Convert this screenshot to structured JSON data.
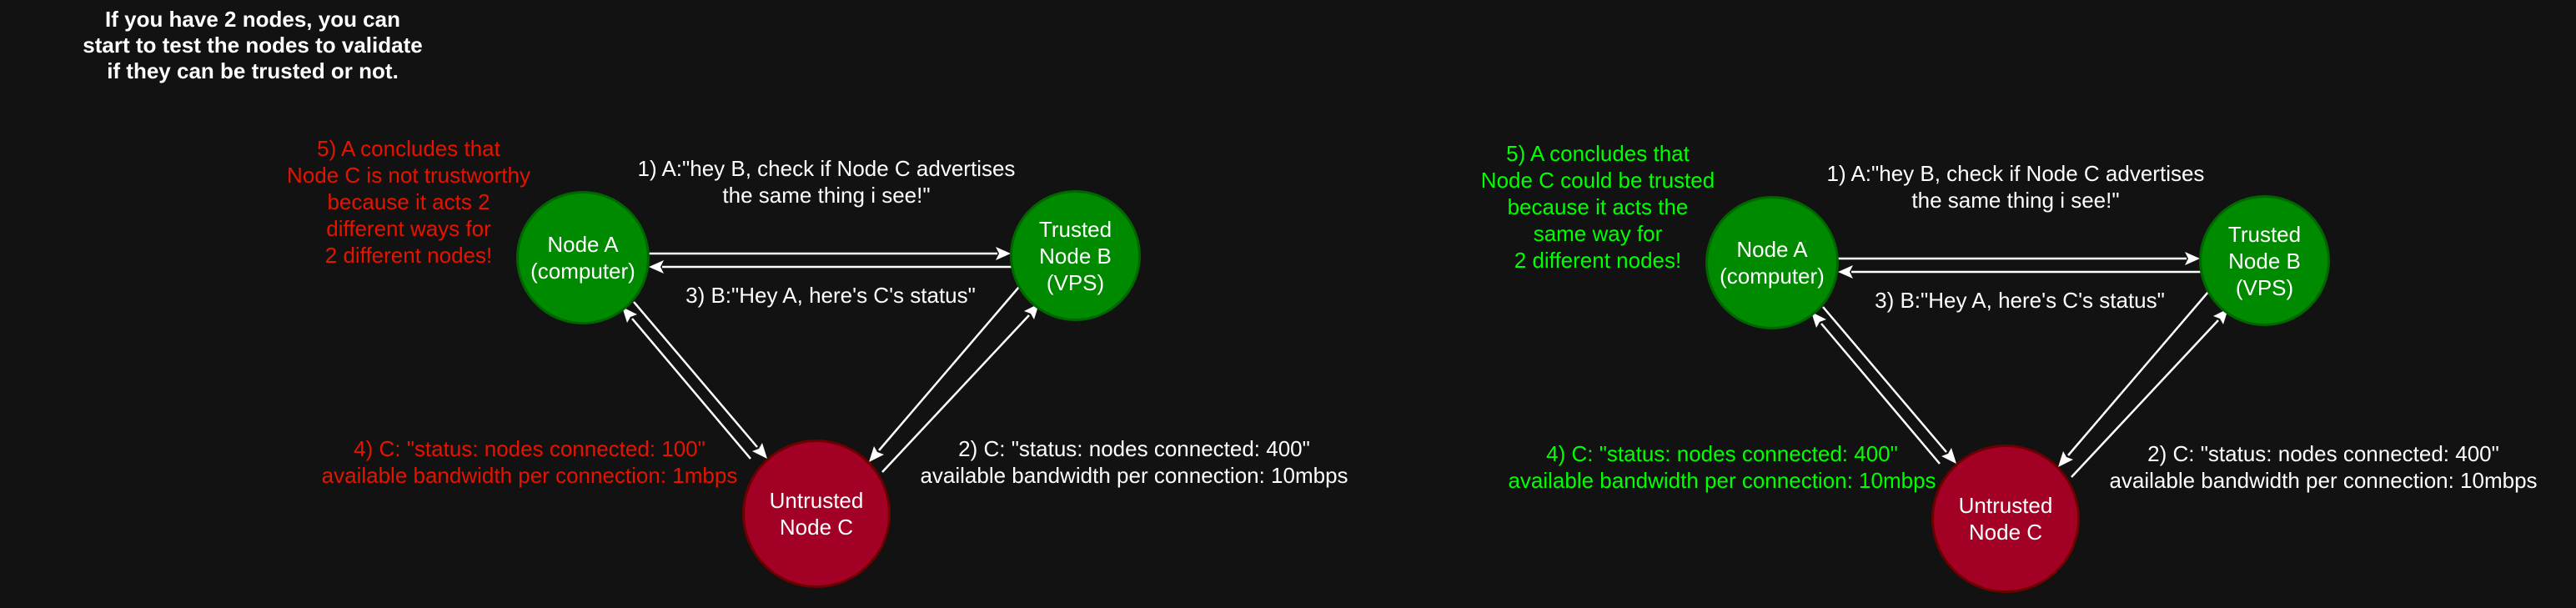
{
  "title": "If you have 2 nodes, you can\nstart to test the nodes to validate\nif they can be trusted or not.",
  "colors": {
    "background": "#121212",
    "node_trusted": "#008a00",
    "node_untrusted": "#a20025",
    "fail_text": "#e51400",
    "pass_text": "#00ff00",
    "arrow": "#ffffff"
  },
  "scenarios": [
    {
      "node_a": "Node A\n(computer)",
      "node_b": "Trusted\nNode B\n(VPS)",
      "node_c": "Untrusted\nNode C",
      "step1": "1) A:\"hey B, check if Node C advertises\nthe same thing i see!\"",
      "step2": "2) C: \"status: nodes connected: 400\"\navailable bandwidth per connection: 10mbps",
      "step3": "3) B:\"Hey A, here's C's status\"",
      "step4": "4) C: \"status: nodes connected: 100\"\navailable bandwidth per connection: 1mbps",
      "step5": "5) A concludes that\nNode C is not trustworthy\nbecause it acts 2\ndifferent ways for\n2 different nodes!"
    },
    {
      "node_a": "Node A\n(computer)",
      "node_b": "Trusted\nNode B\n(VPS)",
      "node_c": "Untrusted\nNode C",
      "step1": "1) A:\"hey B, check if Node C advertises\nthe same thing i see!\"",
      "step2": "2) C: \"status: nodes connected: 400\"\navailable bandwidth per connection: 10mbps",
      "step3": "3) B:\"Hey A, here's C's status\"",
      "step4": "4) C: \"status: nodes connected: 400\"\navailable bandwidth per connection: 10mbps",
      "step5": "5) A concludes that\nNode C could be trusted\nbecause it acts the\nsame way for\n2 different nodes!"
    }
  ]
}
